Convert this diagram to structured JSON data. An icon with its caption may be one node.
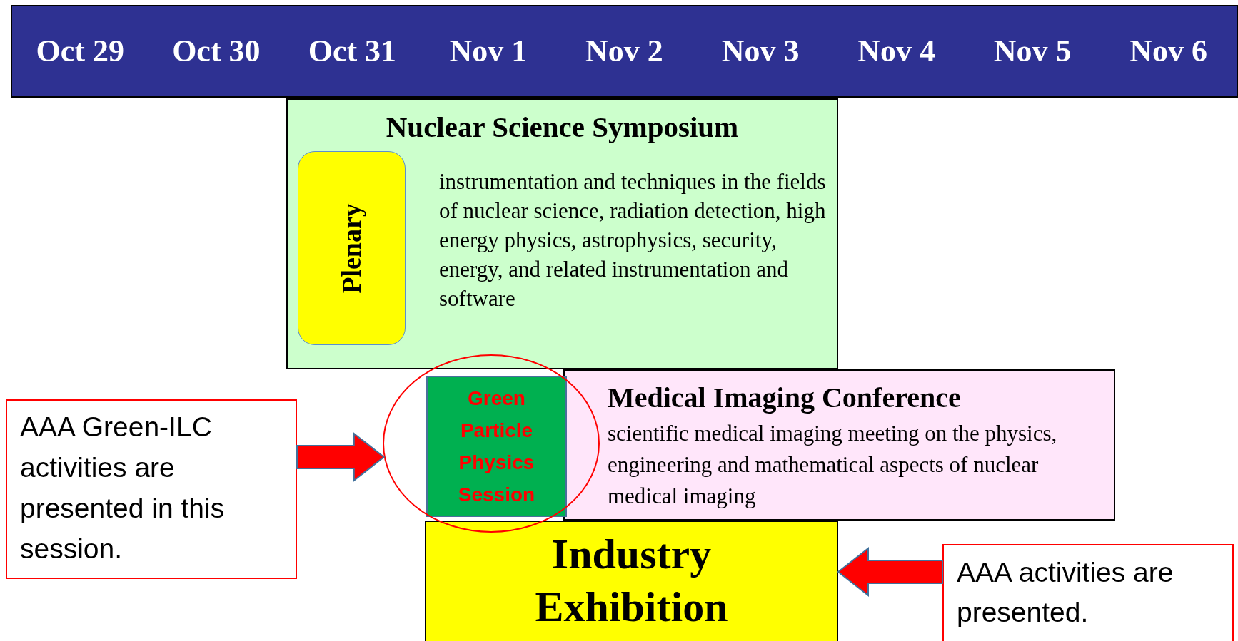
{
  "diagram": {
    "nodes": [
      {
        "text": [
          "Oct 29",
          "Oct 30",
          "Oct 31",
          "Nov 1",
          "Nov 2",
          "Nov 3",
          "Nov 4",
          "Nov 5",
          "Nov 6"
        ]
      },
      {
        "text": [
          "Nuclear Science Symposium",
          "instrumentation and techniques in the fields of nuclear science, radiation detection, high energy physics, astrophysics, security, energy, and related instrumentation and software"
        ]
      },
      {
        "text": [
          "Plenary"
        ],
        "in": 1
      },
      {
        "text": [
          "Medical Imaging Conference",
          "scientific medical imaging meeting on the physics, engineering and mathematical aspects of nuclear medical imaging"
        ]
      },
      {
        "text": [
          "Green Particle Physics Session"
        ],
        "in": 6
      },
      {
        "text": [
          "Industry Exhibition"
        ]
      },
      {
        "text": [],
        "shape": "circle"
      },
      {
        "text": [
          "AAA Green-ILC activities are presented in this session."
        ]
      },
      {
        "text": [
          "AAA activities are presented."
        ]
      }
    ],
    "edges": [
      {
        "from": 7,
        "to": 6,
        "arrow": "to",
        "style": "thick"
      },
      {
        "from": 8,
        "to": 5,
        "arrow": "to",
        "style": "thick"
      }
    ]
  }
}
